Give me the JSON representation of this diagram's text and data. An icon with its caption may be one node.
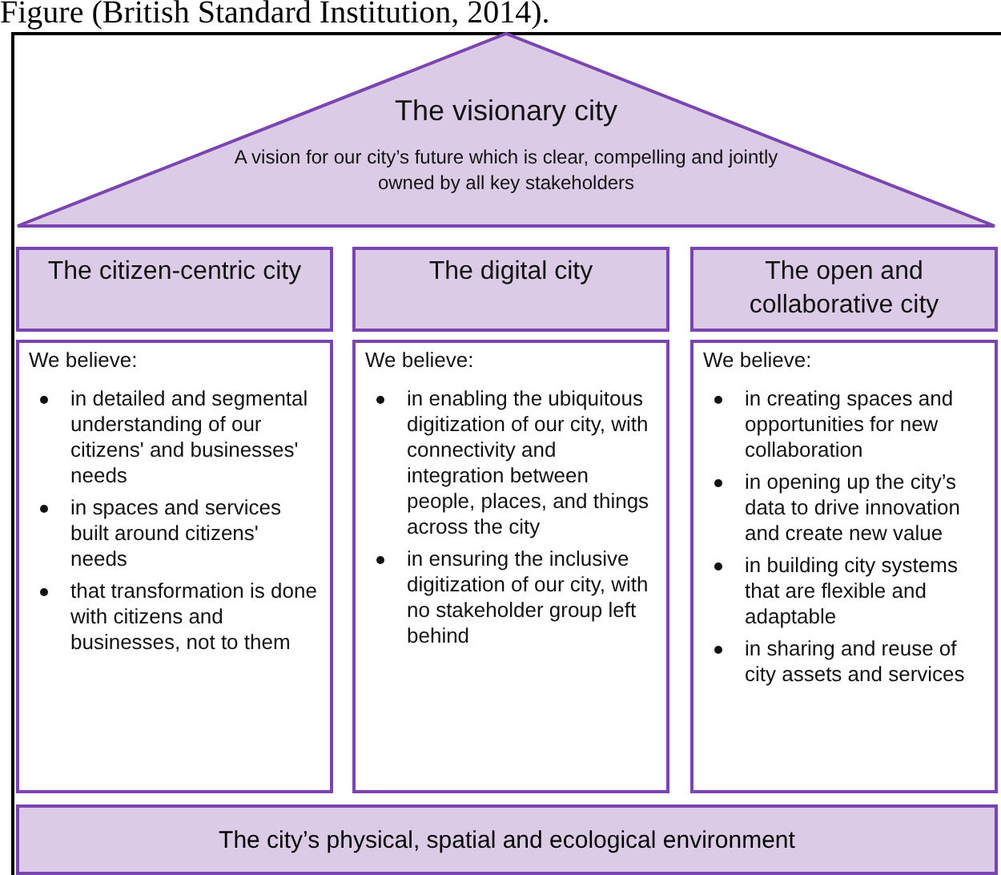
{
  "diagram": {
    "nodes": [
      {
        "text": [
          "The visionary city",
          "A vision for our city’s future which is clear, compelling and jointly owned by all key stakeholders"
        ]
      },
      {
        "text": [
          "The citizen-centric city"
        ]
      },
      {
        "text": [
          "The digital city"
        ]
      },
      {
        "text": [
          "The open and collaborative city"
        ]
      },
      {
        "text": [
          "We believe:",
          "in detailed and segmental understanding of our citizens' and businesses' needs",
          "in spaces and services built around citizens' needs",
          "that transformation is done with citizens and businesses, not to them"
        ]
      },
      {
        "text": [
          "We believe:",
          "in enabling the ubiquitous digitization of our city, with connectivity and integration between people, places, and things across the city",
          "in ensuring the inclusive digitization of our city, with no stakeholder group left behind"
        ]
      },
      {
        "text": [
          "We believe:",
          "in creating spaces and opportunities for new collaboration",
          "in opening up the city’s data to drive innovation and create new value",
          "in building city systems that are flexible and adaptable",
          "in sharing and reuse of city assets and services"
        ]
      },
      {
        "text": [
          "The city’s physical, spatial and ecological environment"
        ]
      }
    ],
    "edges": [],
    "labels": [
      "Figure (British Standard Institution, 2014)."
    ]
  }
}
